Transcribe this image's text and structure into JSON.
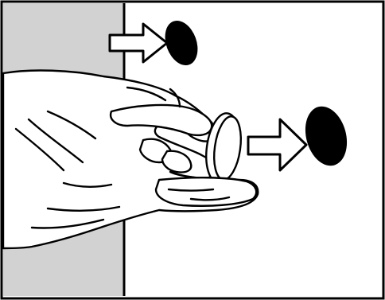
{
  "figure": {
    "kind": "instruction-illustration",
    "colors": {
      "line": "#000000",
      "wall_shade": "#d2d2d2",
      "background": "#ffffff",
      "pad_fill": "#000000"
    },
    "icons": [
      "hand-holding-pad",
      "arrow-right",
      "adhesive-pad"
    ]
  }
}
